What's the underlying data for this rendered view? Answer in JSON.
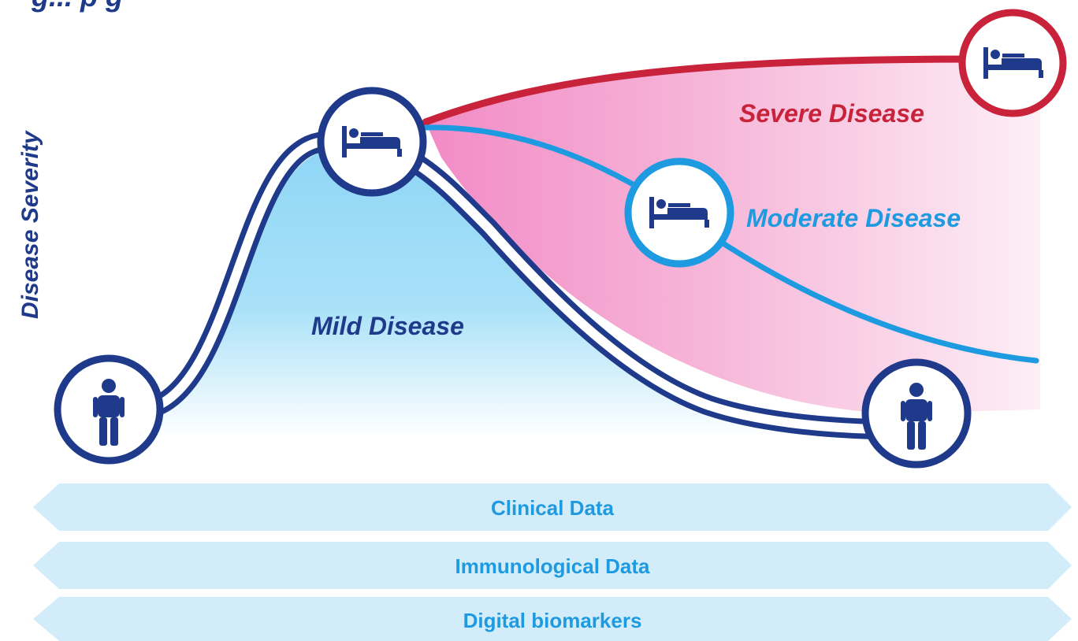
{
  "title_fragment": "g... p g",
  "y_axis_label": "Disease Severity",
  "stages": {
    "mild": "Mild Disease",
    "moderate": "Moderate Disease",
    "severe": "Severe Disease"
  },
  "data_bands": [
    "Clinical Data",
    "Immunological Data",
    "Digital biomarkers"
  ],
  "colors": {
    "navy": "#1f3a8a",
    "mild_fill": "#8fd6f5",
    "moderate_blue": "#1e9be0",
    "severe_red": "#c8233a",
    "pink": "#f28bc6",
    "band": "#d3ecf9",
    "band_text": "#1e9be0"
  },
  "icons": [
    "person-icon",
    "bed-patient-icon"
  ]
}
